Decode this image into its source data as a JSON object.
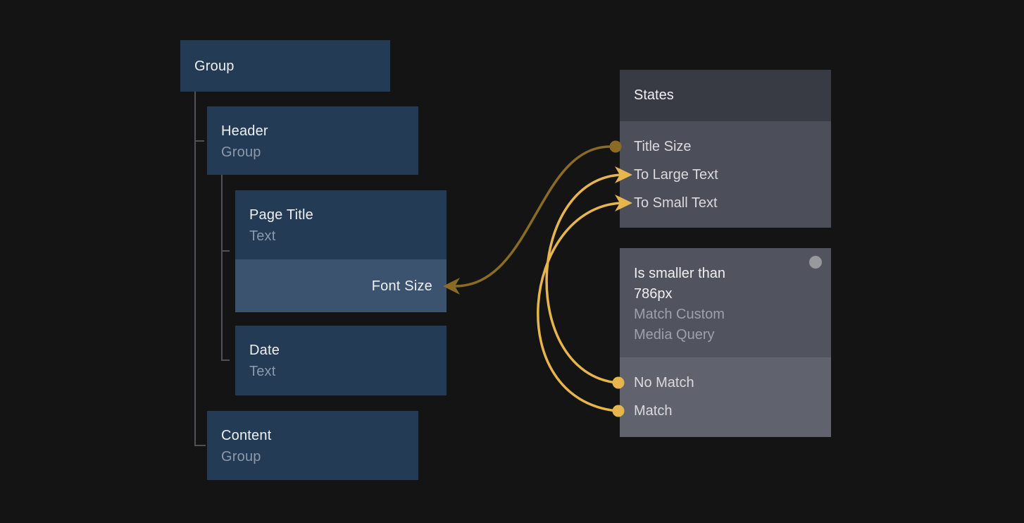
{
  "colors": {
    "background": "#141414",
    "node_fill": "#243b56",
    "property_row_fill": "#3b536f",
    "states_header_fill": "#383b44",
    "states_body_fill": "#4c4f59",
    "media_header_fill": "#51545e",
    "media_body_fill": "#60636d",
    "wire_dark_gold": "#8a6b26",
    "wire_light_gold": "#e7b54d",
    "tree_line": "#505155",
    "corner_dot": "#97999f"
  },
  "layers": {
    "group": {
      "title": "Group"
    },
    "header": {
      "title": "Header",
      "type": "Group"
    },
    "page_title": {
      "title": "Page Title",
      "type": "Text",
      "property": "Font Size"
    },
    "date": {
      "title": "Date",
      "type": "Text"
    },
    "content": {
      "title": "Content",
      "type": "Group"
    }
  },
  "states_panel": {
    "header": "States",
    "items": [
      "Title Size",
      "To Large Text",
      "To Small Text"
    ]
  },
  "media_query_panel": {
    "title": "Is smaller than 786px",
    "subtitle": "Match Custom Media Query",
    "items": [
      "No Match",
      "Match"
    ]
  },
  "connections": [
    {
      "from": "Title Size",
      "to": "Font Size",
      "color": "#8a6b26"
    },
    {
      "from": "No Match",
      "to": "To Large Text",
      "color": "#e7b54d"
    },
    {
      "from": "Match",
      "to": "To Small Text",
      "color": "#e7b54d"
    }
  ]
}
